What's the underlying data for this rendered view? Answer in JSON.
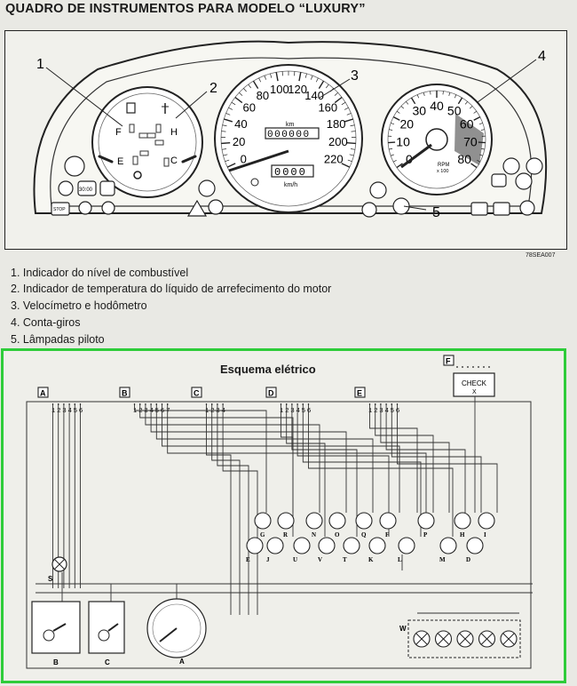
{
  "title": "QUADRO DE INSTRUMENTOS PARA MODELO “LUXURY”",
  "figure_ref": "78SEA007",
  "callouts": [
    "1",
    "2",
    "3",
    "4",
    "5"
  ],
  "fuel_gauge": {
    "f": "F",
    "e": "E"
  },
  "temp_gauge": {
    "h": "H",
    "c": "C"
  },
  "speedometer": {
    "ticks": [
      "0",
      "20",
      "40",
      "60",
      "80",
      "100",
      "120",
      "140",
      "160",
      "180",
      "200",
      "220"
    ],
    "km_label": "km",
    "odometer": "000000",
    "trip": "0000",
    "unit": "km/h"
  },
  "tachometer": {
    "ticks": [
      "0",
      "10",
      "20",
      "30",
      "40",
      "50",
      "60",
      "70",
      "80"
    ],
    "rpm_label": "RPM",
    "rpm_factor": "x 100"
  },
  "lamps": {
    "clock": "30:00",
    "stop": "STOP"
  },
  "legend": [
    "1. Indicador do nível de combustível",
    "2. Indicador de temperatura do líquido de arrefecimento do motor",
    "3. Velocímetro e hodômetro",
    "4. Conta-giros",
    "5. Lâmpadas piloto"
  ],
  "schematic": {
    "title": "Esquema elétrico",
    "connectors": [
      {
        "letter": "A",
        "pins": [
          "1",
          "2",
          "3",
          "4",
          "5",
          "6"
        ]
      },
      {
        "letter": "B",
        "pins": [
          "1",
          "2",
          "3",
          "4",
          "5",
          "6",
          "7"
        ]
      },
      {
        "letter": "C",
        "pins": [
          "1",
          "2",
          "3",
          "4"
        ]
      },
      {
        "letter": "D",
        "pins": [
          "1",
          "2",
          "3",
          "4",
          "5",
          "6"
        ]
      },
      {
        "letter": "E",
        "pins": [
          "1",
          "2",
          "3",
          "4",
          "5",
          "6"
        ]
      },
      {
        "letter": "F",
        "pins": []
      }
    ],
    "check": {
      "label": "CHECK",
      "sub": "X"
    },
    "lamp_row_top": [
      "G",
      "R",
      "N",
      "O",
      "Q",
      "F",
      "P",
      "H",
      "I"
    ],
    "lamp_row_bottom": [
      "E",
      "J",
      "U",
      "V",
      "T",
      "K",
      "L",
      "M",
      "D"
    ],
    "components": {
      "S": "S",
      "B": "B",
      "C": "C",
      "A": "A",
      "W": "W"
    }
  }
}
